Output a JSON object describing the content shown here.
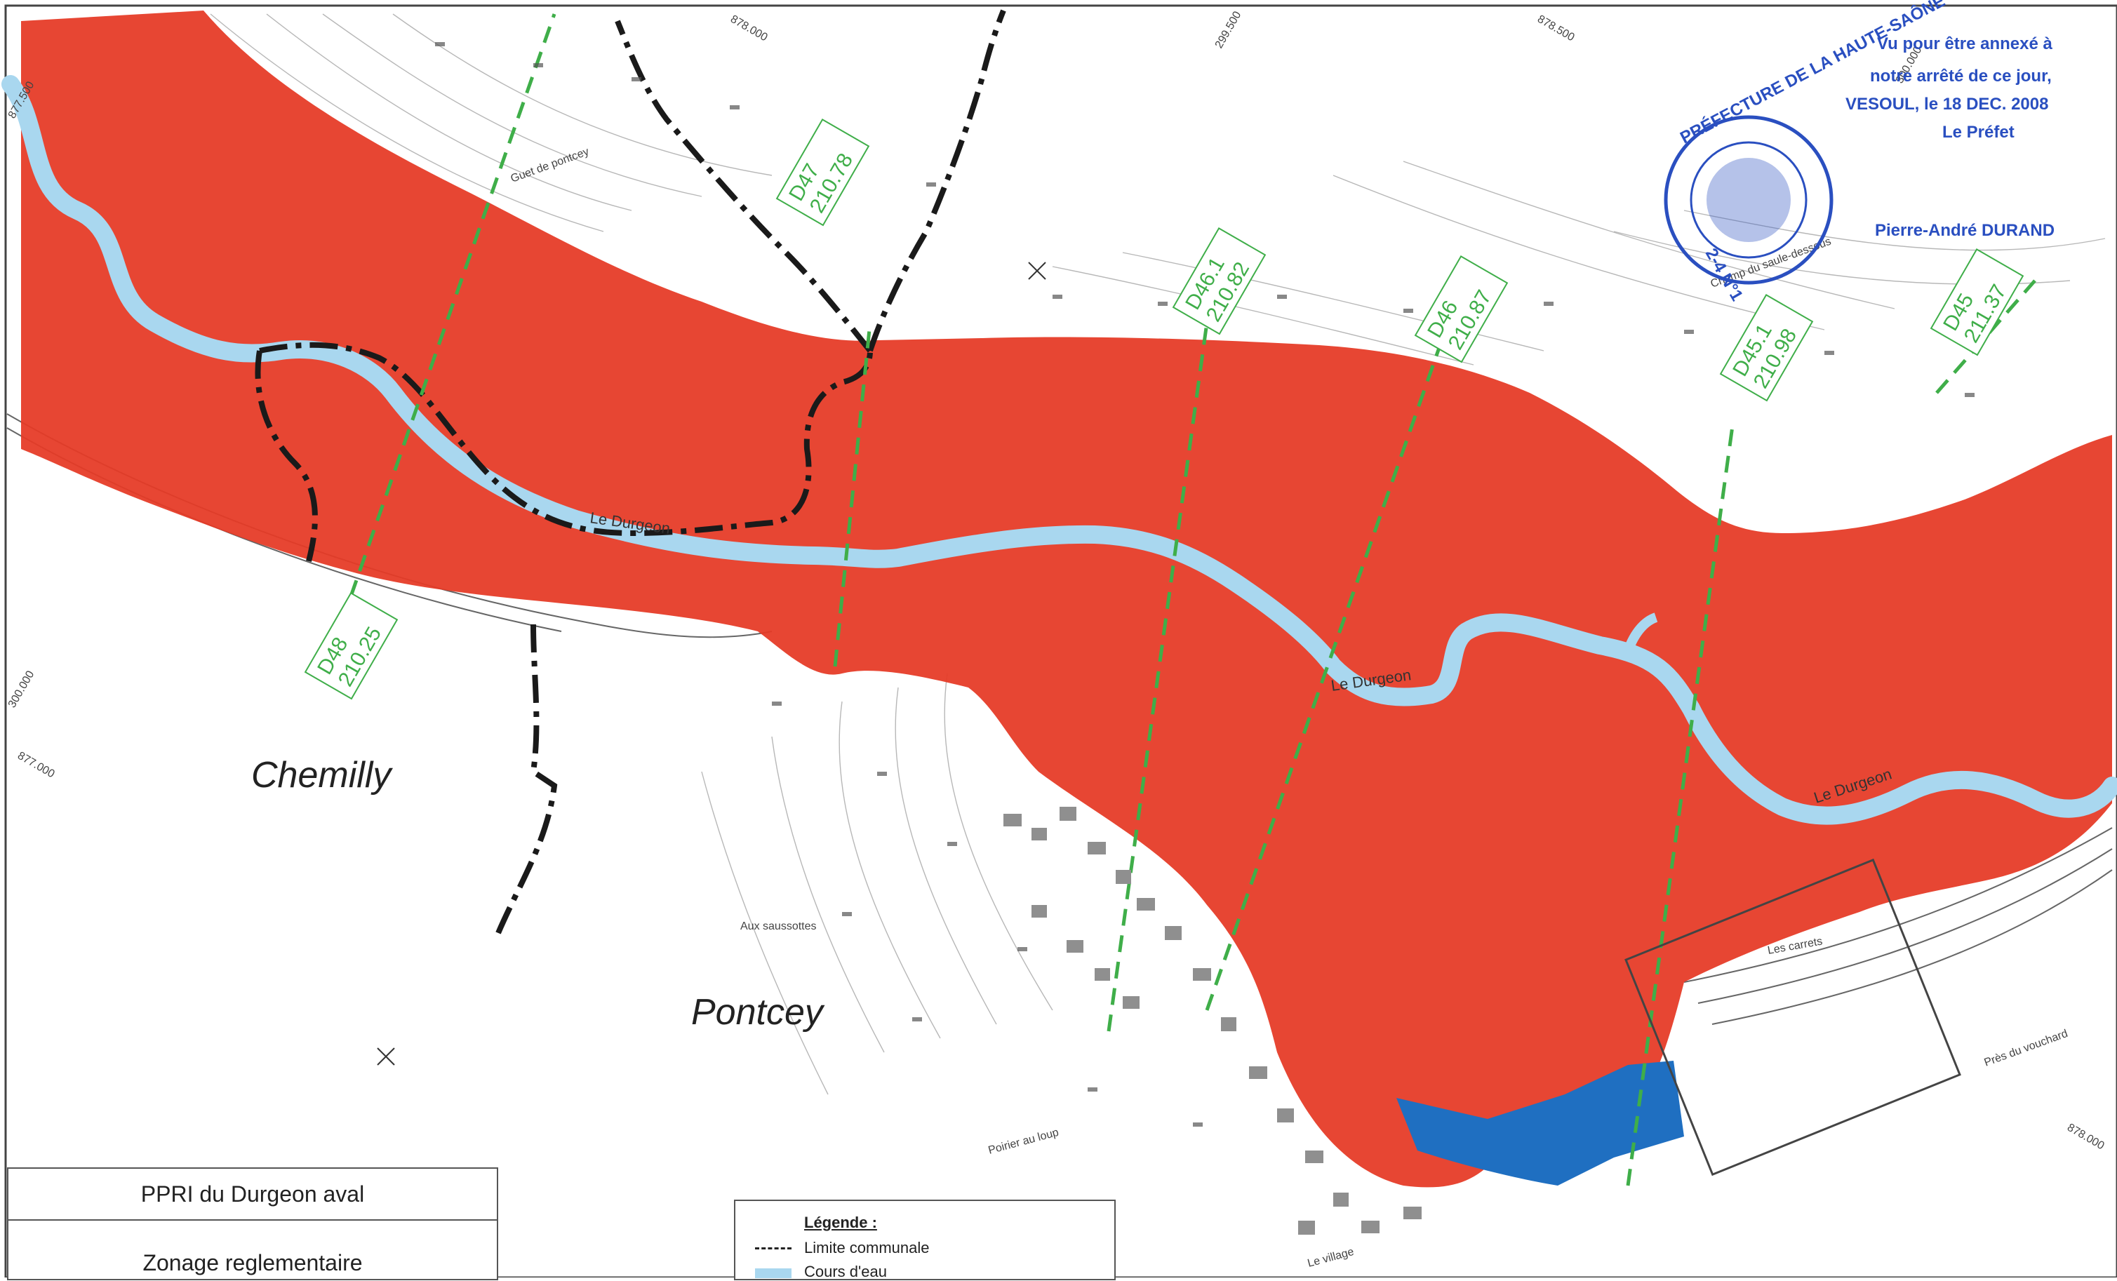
{
  "map": {
    "places": {
      "chemilly": "Chemilly",
      "pontcey": "Pontcey"
    },
    "river_labels": [
      "Le Durgeon",
      "Le Durgeon",
      "Le Durgeon"
    ],
    "profiles": [
      {
        "id": "D48",
        "value": "210.25"
      },
      {
        "id": "D47",
        "value": "210.78"
      },
      {
        "id": "D46.1",
        "value": "210.82"
      },
      {
        "id": "D46",
        "value": "210.87"
      },
      {
        "id": "D45.1",
        "value": "210.98"
      },
      {
        "id": "D45",
        "value": "211.37"
      }
    ],
    "grid_labels": [
      "878.000",
      "878.500",
      "299.500",
      "300.000",
      "877.500",
      "877.000",
      "300.000",
      "878.000"
    ],
    "localities": [
      "Les carrets",
      "Aux saussottes",
      "Le village",
      "Près du vouchard",
      "Poirier au loup",
      "Champ du saule-dessous",
      "Guet de pontcey"
    ],
    "colors": {
      "red_zone": "#e63a26",
      "blue_zone": "#1f6fc1",
      "river": "#a9d7ef",
      "profile": "#3fae49",
      "stamp": "#2a4fc0"
    }
  },
  "stamp": {
    "line1": "Vu pour être annexé à",
    "line2": "notre arrêté de ce jour,",
    "line3": "VESOUL, le  18 DEC. 2008",
    "line4": "Le Préfet",
    "seal_ring": "PRÉFECTURE DE LA HAUTE-SAÔNE",
    "seal_id": "2-4 N°1",
    "signatory": "Pierre-André DURAND"
  },
  "title_block": {
    "title": "PPRI du Durgeon aval",
    "subtitle": "Zonage reglementaire"
  },
  "legend": {
    "header": "Légende :",
    "items": [
      "Limite communale",
      "Cours d'eau"
    ]
  }
}
